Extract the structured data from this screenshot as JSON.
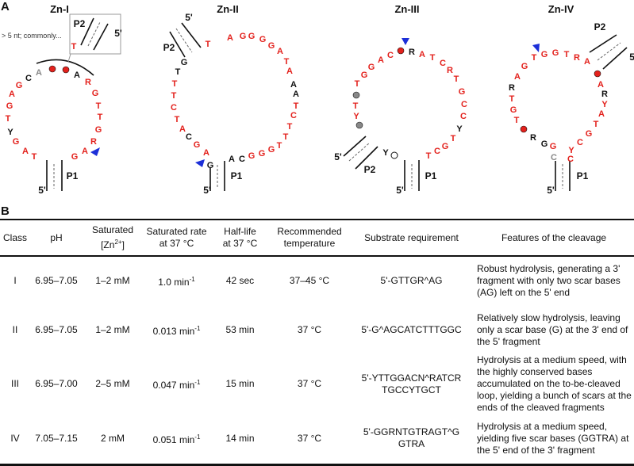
{
  "panel_a": {
    "label": "A",
    "colors": {
      "red": "#e3211c",
      "black": "#111111",
      "gray": "#888888",
      "blue": "#1c2fd8"
    },
    "annotation": "> 5 nt; commonly...",
    "diagrams": [
      {
        "title": "Zn-I",
        "p1": "P1",
        "p2": "P2",
        "five": "5'",
        "bases": [
          [
            "T",
            "red"
          ],
          [
            "A",
            "red"
          ],
          [
            "G",
            "red"
          ],
          [
            "Y",
            "black"
          ],
          [
            "T",
            "red"
          ],
          [
            "G",
            "red"
          ],
          [
            "A",
            "red"
          ],
          [
            "G",
            "red"
          ],
          [
            "C",
            "black"
          ],
          [
            "A",
            "gray"
          ],
          [
            "A",
            "black"
          ],
          [
            "R",
            "red"
          ],
          [
            "G",
            "red"
          ],
          [
            "T",
            "red"
          ],
          [
            "T",
            "red"
          ],
          [
            "G",
            "red"
          ],
          [
            "R",
            "red"
          ],
          [
            "A",
            "red"
          ],
          [
            "G",
            "red"
          ],
          [
            "T",
            "red"
          ]
        ]
      },
      {
        "title": "Zn-II",
        "p1": "P1",
        "p2": "P2",
        "five": "5'",
        "bases": [
          [
            "G",
            "black"
          ],
          [
            "T",
            "black"
          ],
          [
            "T",
            "red"
          ],
          [
            "T",
            "red"
          ],
          [
            "C",
            "red"
          ],
          [
            "T",
            "red"
          ],
          [
            "A",
            "red"
          ],
          [
            "C",
            "black"
          ],
          [
            "G",
            "red"
          ],
          [
            "A",
            "red"
          ],
          [
            "G",
            "black"
          ],
          [
            "A",
            "black"
          ],
          [
            "C",
            "black"
          ],
          [
            "G",
            "red"
          ],
          [
            "G",
            "red"
          ],
          [
            "G",
            "red"
          ],
          [
            "T",
            "red"
          ],
          [
            "T",
            "red"
          ],
          [
            "T",
            "red"
          ],
          [
            "C",
            "red"
          ],
          [
            "T",
            "red"
          ],
          [
            "A",
            "black"
          ],
          [
            "A",
            "black"
          ],
          [
            "A",
            "red"
          ],
          [
            "T",
            "red"
          ],
          [
            "A",
            "red"
          ],
          [
            "G",
            "red"
          ],
          [
            "G",
            "red"
          ],
          [
            "G",
            "red"
          ],
          [
            "G",
            "red"
          ],
          [
            "A",
            "red"
          ],
          [
            "T",
            "red"
          ]
        ]
      },
      {
        "title": "Zn-III",
        "p1": "P1",
        "p2": "P2",
        "five": "5'",
        "bases": [
          [
            "R",
            "black"
          ],
          [
            "A",
            "red"
          ],
          [
            "T",
            "red"
          ],
          [
            "C",
            "red"
          ],
          [
            "R",
            "red"
          ],
          [
            "T",
            "red"
          ],
          [
            "G",
            "red"
          ],
          [
            "C",
            "red"
          ],
          [
            "C",
            "red"
          ],
          [
            "Y",
            "black"
          ],
          [
            "T",
            "red"
          ],
          [
            "G",
            "red"
          ],
          [
            "C",
            "red"
          ],
          [
            "T",
            "red"
          ],
          [
            "Y",
            "black"
          ],
          [
            "Y",
            "red"
          ],
          [
            "T",
            "red"
          ],
          [
            "T",
            "red"
          ],
          [
            "G",
            "red"
          ],
          [
            "G",
            "red"
          ],
          [
            "A",
            "red"
          ],
          [
            "C",
            "red"
          ]
        ]
      },
      {
        "title": "Zn-IV",
        "p1": "P1",
        "p2": "P2",
        "five": "5'",
        "bases": [
          [
            "T",
            "red"
          ],
          [
            "G",
            "red"
          ],
          [
            "G",
            "red"
          ],
          [
            "T",
            "red"
          ],
          [
            "R",
            "red"
          ],
          [
            "A",
            "red"
          ],
          [
            "A",
            "red"
          ],
          [
            "R",
            "black"
          ],
          [
            "Y",
            "red"
          ],
          [
            "A",
            "red"
          ],
          [
            "T",
            "red"
          ],
          [
            "G",
            "red"
          ],
          [
            "C",
            "red"
          ],
          [
            "Y",
            "red"
          ],
          [
            "C",
            "red"
          ],
          [
            "G",
            "red"
          ],
          [
            "C",
            "gray"
          ],
          [
            "G",
            "black"
          ],
          [
            "R",
            "black"
          ],
          [
            "T",
            "red"
          ],
          [
            "G",
            "red"
          ],
          [
            "T",
            "red"
          ],
          [
            "R",
            "black"
          ],
          [
            "A",
            "red"
          ],
          [
            "G",
            "red"
          ]
        ]
      }
    ]
  },
  "panel_b": {
    "label": "B",
    "headers": [
      "Class",
      "pH",
      "Saturated [Zn2+]",
      "Saturated rate at 37 °C",
      "Half-life at 37 °C",
      "Recommended temperature",
      "Substrate requirement",
      "Features of the cleavage"
    ],
    "header_parts": {
      "zn_pre": "Saturated",
      "zn_a": "[Zn",
      "zn_sup": "2+",
      "zn_b": "]",
      "rate_1": "Saturated rate",
      "rate_2": "at 37 °C",
      "half_1": "Half-life",
      "half_2": "at 37 °C",
      "temp_1": "Recommended",
      "temp_2": "temperature"
    },
    "rows": [
      {
        "class": "I",
        "ph": "6.95–7.05",
        "zn": "1–2 mM",
        "rate": "1.0 min",
        "rate_unit_sup": "-1",
        "half_life": "42 sec",
        "temperature": "37–45 °C",
        "substrate": [
          "5'-GTTGR^AG"
        ],
        "features": "Robust hydrolysis, generating a 3' fragment with only two scar bases (AG) left on the 5' end"
      },
      {
        "class": "II",
        "ph": "6.95–7.05",
        "zn": "1–2 mM",
        "rate": "0.013 min",
        "rate_unit_sup": "-1",
        "half_life": "53 min",
        "temperature": "37 °C",
        "substrate": [
          "5'-G^AGCATCTTTGGC"
        ],
        "features": "Relatively slow hydrolysis, leaving only a scar base (G) at the 3' end of the 5' fragment"
      },
      {
        "class": "III",
        "ph": "6.95–7.00",
        "zn": "2–5 mM",
        "rate": "0.047 min",
        "rate_unit_sup": "-1",
        "half_life": "15 min",
        "temperature": "37 °C",
        "substrate": [
          "5'-YTTGGACN^RATCR",
          "TGCCYTGCT"
        ],
        "features": "Hydrolysis at a medium speed, with the highly conserved bases accumulated on the to-be-cleaved loop, yielding a bunch of scars at the ends of the cleaved fragments"
      },
      {
        "class": "IV",
        "ph": "7.05–7.15",
        "zn": "2 mM",
        "rate": "0.051 min",
        "rate_unit_sup": "-1",
        "half_life": "14 min",
        "temperature": "37 °C",
        "substrate": [
          "5'-GGRNTGTRAGT^G",
          "GTRA"
        ],
        "features": "Hydrolysis at a medium speed, yielding five scar bases (GGTRA) at the 5' end of the 3' fragment"
      }
    ]
  }
}
